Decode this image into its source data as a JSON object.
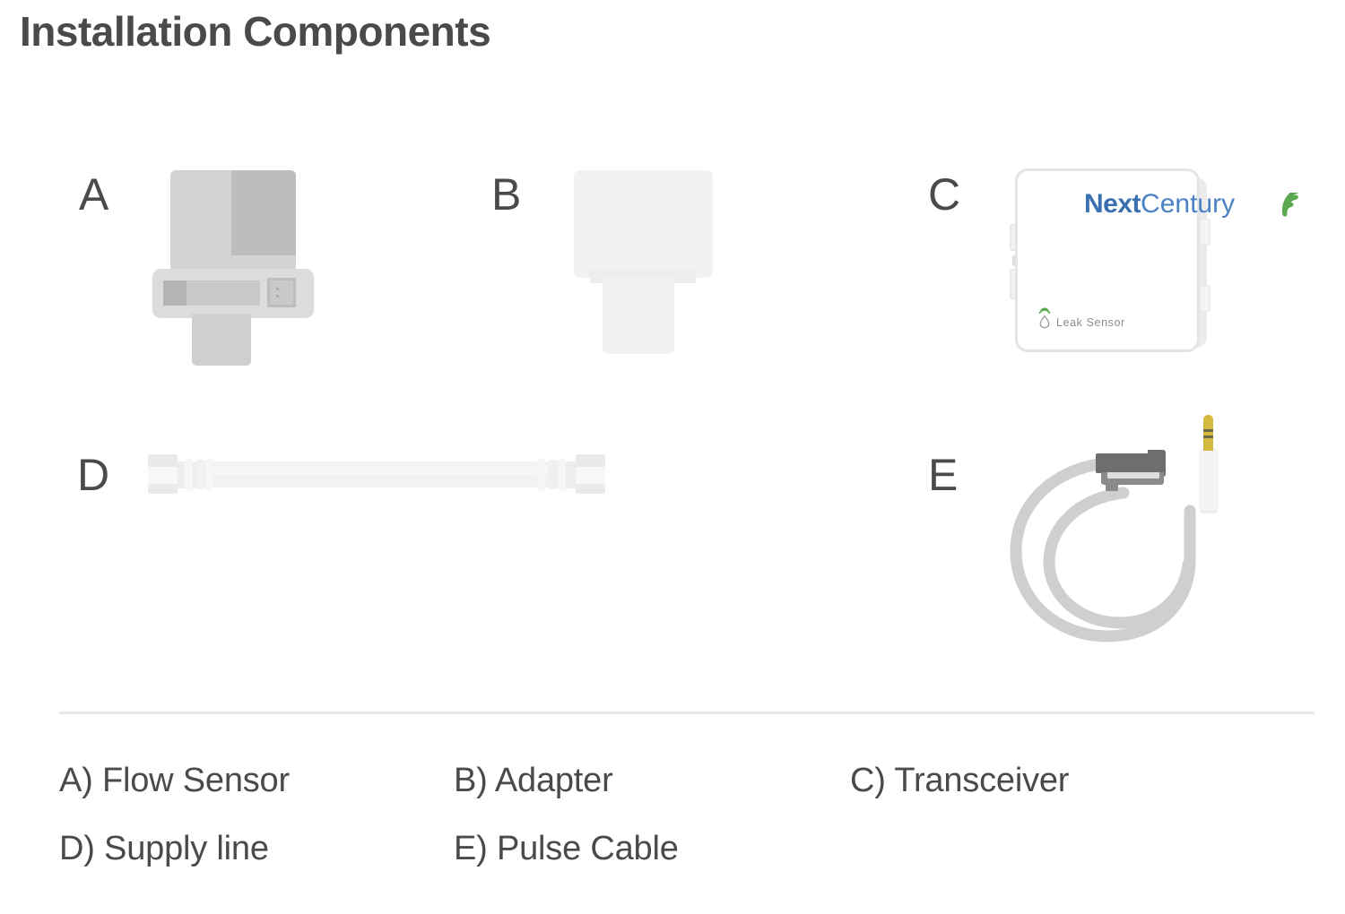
{
  "page": {
    "title": "Installation Components",
    "background_color": "#ffffff",
    "text_color": "#4a4a4a"
  },
  "diagram": {
    "items": [
      {
        "letter": "A",
        "name": "flow-sensor"
      },
      {
        "letter": "B",
        "name": "adapter"
      },
      {
        "letter": "C",
        "name": "transceiver"
      },
      {
        "letter": "D",
        "name": "supply-line"
      },
      {
        "letter": "E",
        "name": "pulse-cable"
      }
    ]
  },
  "transceiver": {
    "brand_bold": "Next",
    "brand_light": "Century",
    "brand_bold_color": "#3a6fb0",
    "brand_light_color": "#4a82c4",
    "signal_color": "#5aa84f",
    "status_label": "Leak Sensor",
    "status_label_color": "#8b8b8b"
  },
  "legend": {
    "rows": [
      [
        {
          "label": "A) Flow Sensor"
        },
        {
          "label": "B) Adapter"
        },
        {
          "label": "C) Transceiver"
        }
      ],
      [
        {
          "label": "D) Supply line"
        },
        {
          "label": "E) Pulse Cable"
        }
      ]
    ]
  }
}
